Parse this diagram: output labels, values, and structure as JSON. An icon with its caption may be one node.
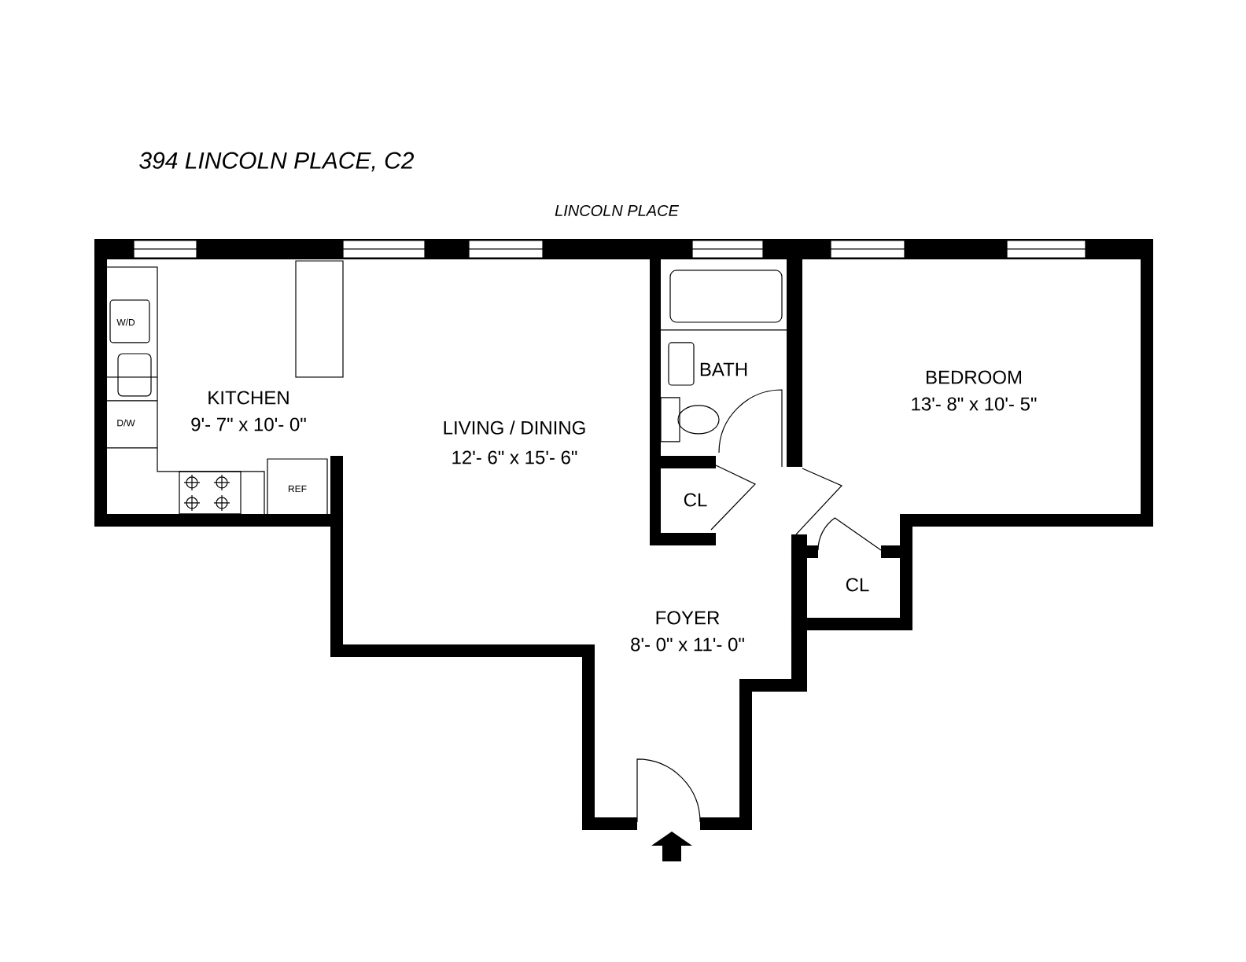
{
  "diagram": {
    "title": "394 LINCOLN PLACE, C2",
    "labels": [
      "LINCOLN PLACE",
      "W/D",
      "KITCHEN",
      "9'- 7\" x 10'- 0\"",
      "BATH",
      "BEDROOM",
      "13'- 8\" x 10'- 5\"",
      "D/W",
      "LIVING / DINING",
      "12'- 6\" x 15'- 6\"",
      "REF",
      "CL",
      "CL",
      "FOYER",
      "8'- 0\" x 11'- 0\""
    ]
  }
}
